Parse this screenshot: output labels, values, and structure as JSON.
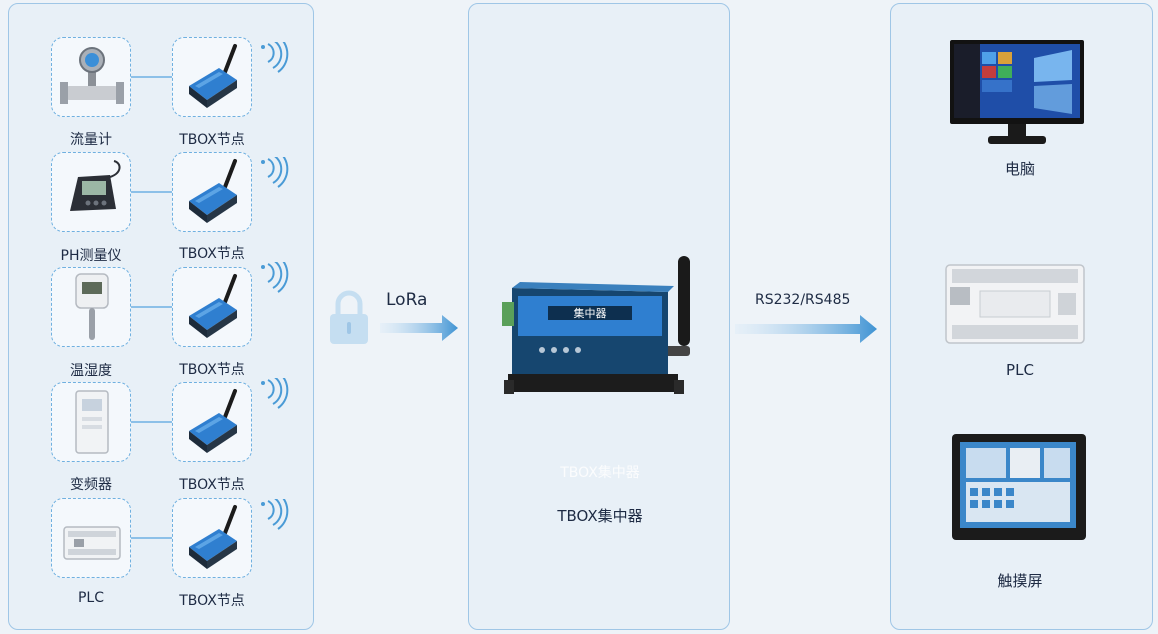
{
  "left_panel": {
    "rows": [
      {
        "device_label": "流量计",
        "node_label": "TBOX节点",
        "device_icon": "flowmeter-icon"
      },
      {
        "device_label": "PH测量仪",
        "node_label": "TBOX节点",
        "device_icon": "ph-meter-icon"
      },
      {
        "device_label": "温湿度",
        "node_label": "TBOX节点",
        "device_icon": "thermo-hygrometer-icon"
      },
      {
        "device_label": "变频器",
        "node_label": "TBOX节点",
        "device_icon": "inverter-icon"
      },
      {
        "device_label": "PLC",
        "node_label": "TBOX节点",
        "device_icon": "plc-icon"
      }
    ]
  },
  "middle_link": {
    "label": "LoRa",
    "icon": "lock-icon"
  },
  "middle_panel": {
    "device_faint_label": "TBOX集中器",
    "caption": "TBOX集中器",
    "device_title": "集中器",
    "device_icon": "concentrator-icon"
  },
  "right_link": {
    "label": "RS232/RS485"
  },
  "right_panel": {
    "items": [
      {
        "label": "电脑",
        "icon": "computer-monitor-icon"
      },
      {
        "label": "PLC",
        "icon": "plc-icon"
      },
      {
        "label": "触摸屏",
        "icon": "touchscreen-icon"
      }
    ]
  },
  "colors": {
    "accent": "#4a9bd6",
    "panel_border": "#9fc6e6",
    "device_blue": "#2f7fd0"
  }
}
